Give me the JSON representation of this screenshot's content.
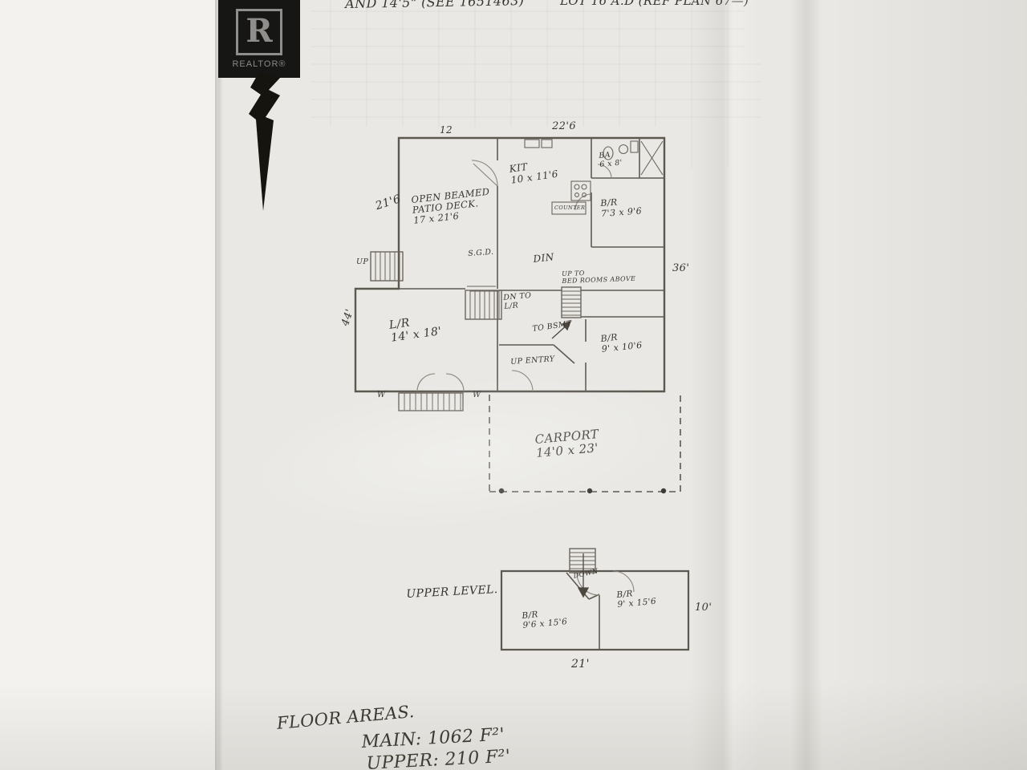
{
  "logo": {
    "letter": "R",
    "brand": "REALTOR®"
  },
  "top_notes": {
    "left": "AND 14'5\" (SEE 1651463)",
    "right": "LOT 16 A.D (REF PLAN 67—)"
  },
  "accent_colors": {
    "ink": "#38352f",
    "wall": "#5c5850",
    "paper": "#e9e8e4"
  },
  "labels": {
    "dim_12": "12",
    "dim_22_6": "22'6",
    "dim_21_6": "21'6",
    "patio": "OPEN BEAMED\nPATIO DECK.\n17 x 21'6",
    "kit": "KIT\n10 x 11'6",
    "bath": "BA\n6 x 8'",
    "br1": "B/R\n7'3 x 9'6",
    "counter": "COUNTER",
    "din": "DIN",
    "sgd": "S.G.D.",
    "up_to_bedrooms": "UP TO\nBED ROOMS ABOVE",
    "dim_36": "36'",
    "up_left": "UP",
    "dn_to_lr": "DN TO\nL/R",
    "to_bsmt": "TO BSMT",
    "lr": "L/R\n14' x 18'",
    "dim_44": "44'",
    "br2": "B/R\n9' x 10'6",
    "up_entry": "UP ENTRY",
    "w_left": "W",
    "w_right": "W",
    "carport": "CARPORT\n14'0 x 23'",
    "upper_level": "UPPER LEVEL.",
    "down": "DOWN",
    "br3": "B/R\n9' x 15'6",
    "br4": "B/R\n9'6 x 15'6",
    "dim_10": "10'",
    "dim_21": "21'",
    "floor_areas_title": "FLOOR AREAS.",
    "floor_areas_main": "MAIN:   1062 F²'",
    "floor_areas_upper": "UPPER:   210 F²'"
  }
}
